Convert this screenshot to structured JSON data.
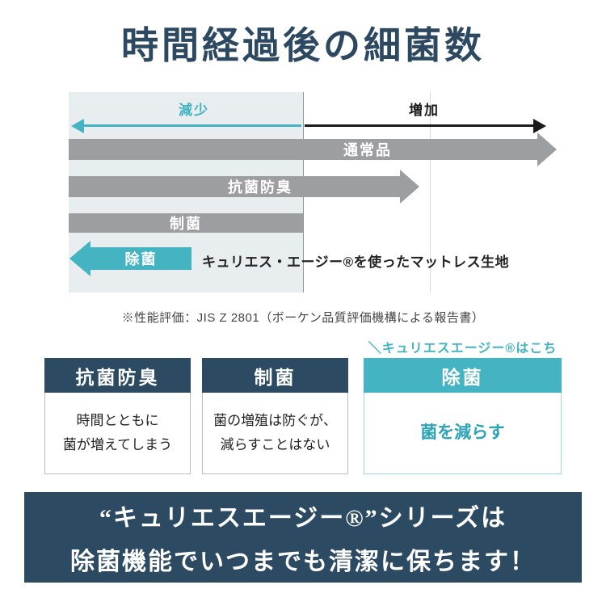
{
  "title": "時間経過後の細菌数",
  "chart": {
    "decrease_label": "減少",
    "increase_label": "増加",
    "bars": [
      {
        "label": "通常品",
        "direction": "right",
        "extent": "large-increase"
      },
      {
        "label": "抗菌防臭",
        "direction": "right",
        "extent": "moderate-increase"
      },
      {
        "label": "制菌",
        "direction": "none",
        "extent": "no-change"
      },
      {
        "label": "除菌",
        "direction": "left",
        "extent": "decrease"
      }
    ],
    "note": "キュリエス・エージー®を使ったマットレス生地",
    "footnote": "※性能評価：JIS Z 2801（ボーケン品質評価機構による報告書）"
  },
  "cards": {
    "callout": "＼キュリエスエージー®はこちら／",
    "items": [
      {
        "header": "抗菌防臭",
        "body": "時間とともに\n菌が増えてしまう"
      },
      {
        "header": "制菌",
        "body": "菌の増殖は防ぐが、\n減らすことはない"
      },
      {
        "header": "除菌",
        "body": "菌を減らす"
      }
    ]
  },
  "banner": {
    "line1": "“キュリエスエージー®”シリーズは",
    "line2": "除菌機能でいつまでも清潔に保ちます！"
  },
  "colors": {
    "navy": "#2d4a63",
    "teal": "#44b3c2",
    "gray_arrow": "#9d9ea0",
    "panel_bg": "#e8edf0"
  }
}
